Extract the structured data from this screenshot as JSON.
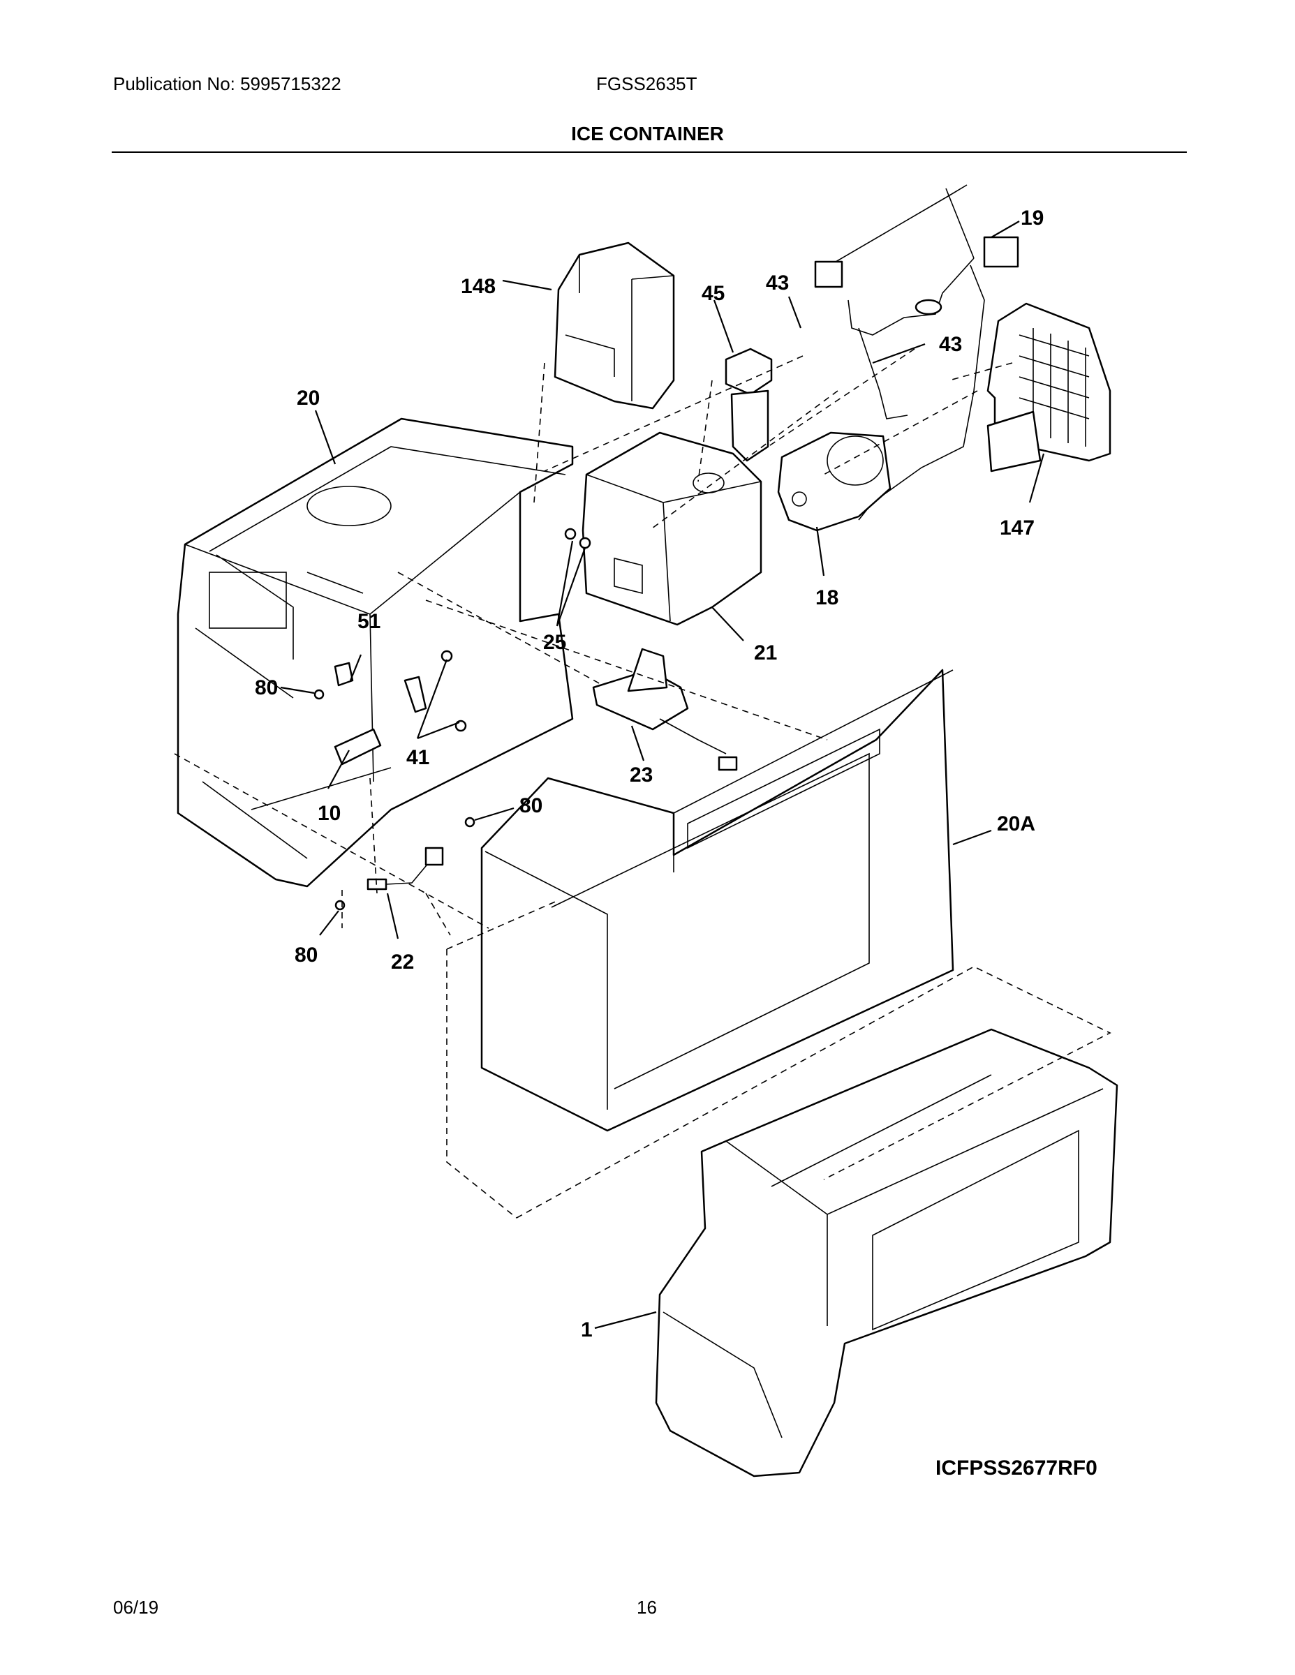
{
  "header": {
    "publication": "Publication No: 5995715322",
    "model": "FGSS2635T",
    "section_title": "ICE CONTAINER"
  },
  "callouts": {
    "c19": "19",
    "c148": "148",
    "c45": "45",
    "c43a": "43",
    "c43b": "43",
    "c20": "20",
    "c147": "147",
    "c18": "18",
    "c51": "51",
    "c25": "25",
    "c21": "21",
    "c80a": "80",
    "c41": "41",
    "c23": "23",
    "c10": "10",
    "c80b": "80",
    "c20a": "20A",
    "c80c": "80",
    "c22": "22",
    "c1": "1"
  },
  "drawing_code": "ICFPSS2677RF0",
  "footer": {
    "date": "06/19",
    "page": "16"
  }
}
